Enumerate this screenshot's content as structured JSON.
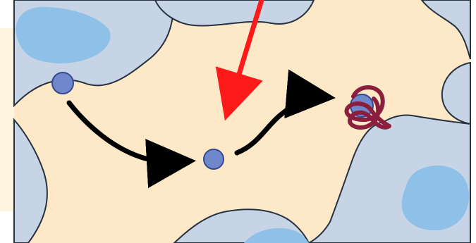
{
  "diagram": {
    "colors": {
      "page_background": "#ffffff",
      "left_strip": "#fff4df",
      "matrix": "#fde8c8",
      "cell_fill": "#c6d4e6",
      "cell_border": "#26323f",
      "nucleus": "#8fc0e8",
      "particle": "#6f88cb",
      "particle_border": "#37498e",
      "arrow_black": "#000000",
      "arrow_red": "#ff1a1a",
      "coil": "#8b1d3d"
    },
    "elements": [
      "cell",
      "nucleus",
      "particle",
      "migration-arrow",
      "pointer-arrow",
      "coiled-structure"
    ]
  }
}
